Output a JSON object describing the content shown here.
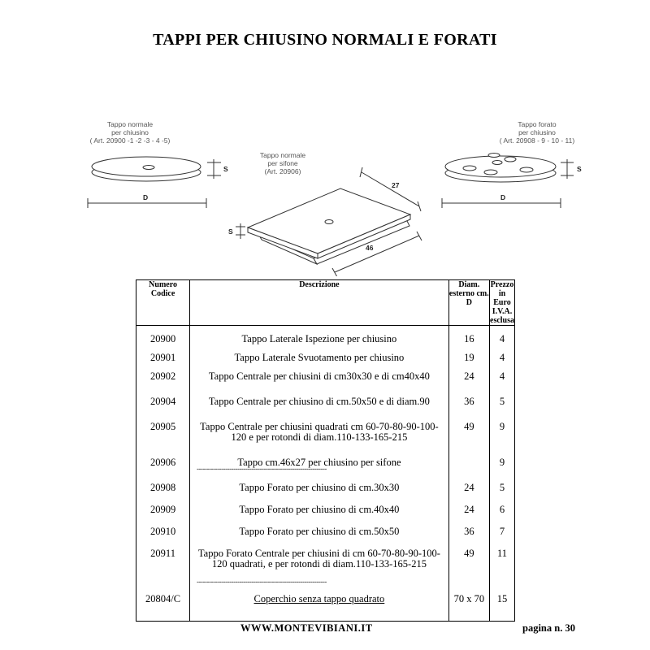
{
  "title": "TAPPI PER CHIUSINO NORMALI E FORATI",
  "illustrations": {
    "left": {
      "line1": "Tappo normale",
      "line2": "per chiusino",
      "line3": "( Art. 20900 -1 -2 -3 - 4 -5)",
      "dim_d": "D",
      "dim_s": "S"
    },
    "center": {
      "line1": "Tappo normale",
      "line2": "per sifone",
      "line3": "(Art. 20906)",
      "dim_w": "27",
      "dim_l": "46",
      "dim_s": "S"
    },
    "right": {
      "line1": "Tappo forato",
      "line2": "per chiusino",
      "line3": "( Art. 20908 - 9 - 10 - 11)",
      "dim_d": "D",
      "dim_s": "S"
    }
  },
  "table": {
    "headers": {
      "code": "Numero Codice",
      "desc": "Descrizione",
      "diam": "Diam. esterno cm. D",
      "price": "Prezzo in Euro I.V.A. esclusa"
    },
    "rows": [
      {
        "code": "20900",
        "desc": "Tappo Laterale Ispezione per chiusino",
        "diam": "16",
        "price": "4"
      },
      {
        "code": "20901",
        "desc": "Tappo Laterale Svuotamento per chiusino",
        "diam": "19",
        "price": "4"
      },
      {
        "code": "20902",
        "desc": "Tappo Centrale per chiusini di cm30x30 e di cm40x40",
        "diam": "24",
        "price": "4"
      },
      {
        "code": "20904",
        "desc": "Tappo Centrale per chiusino di cm.50x50 e di diam.90",
        "diam": "36",
        "price": "5"
      },
      {
        "code": "20905",
        "desc": "Tappo Centrale per chiusini quadrati cm 60-70-80-90-100-120 e per rotondi di diam.110-133-165-215",
        "diam": "49",
        "price": "9"
      },
      {
        "code": "20906",
        "desc": "Tappo cm.46x27 per chiusino per sifone",
        "diam": "",
        "price": "9"
      },
      {
        "code": "20908",
        "desc": "Tappo Forato per chiusino di cm.30x30",
        "diam": "24",
        "price": "5"
      },
      {
        "code": "20909",
        "desc": "Tappo Forato per chiusino di cm.40x40",
        "diam": "24",
        "price": "6"
      },
      {
        "code": "20910",
        "desc": "Tappo Forato per chiusino di cm.50x50",
        "diam": "36",
        "price": "7"
      },
      {
        "code": "20911",
        "desc": "Tappo Forato Centrale per chiusini di cm 60-70-80-90-100-120 quadrati, e per rotondi di diam.110-133-165-215",
        "diam": "49",
        "price": "11"
      },
      {
        "code": "20804/C",
        "desc": "Coperchio senza tappo quadrato",
        "diam": "70 x 70",
        "price": "15"
      }
    ],
    "separator": "----------------------------------------------------------------"
  },
  "footer": {
    "site": "WWW.MONTEVIBIANI.IT",
    "page": "pagina n. 30"
  }
}
